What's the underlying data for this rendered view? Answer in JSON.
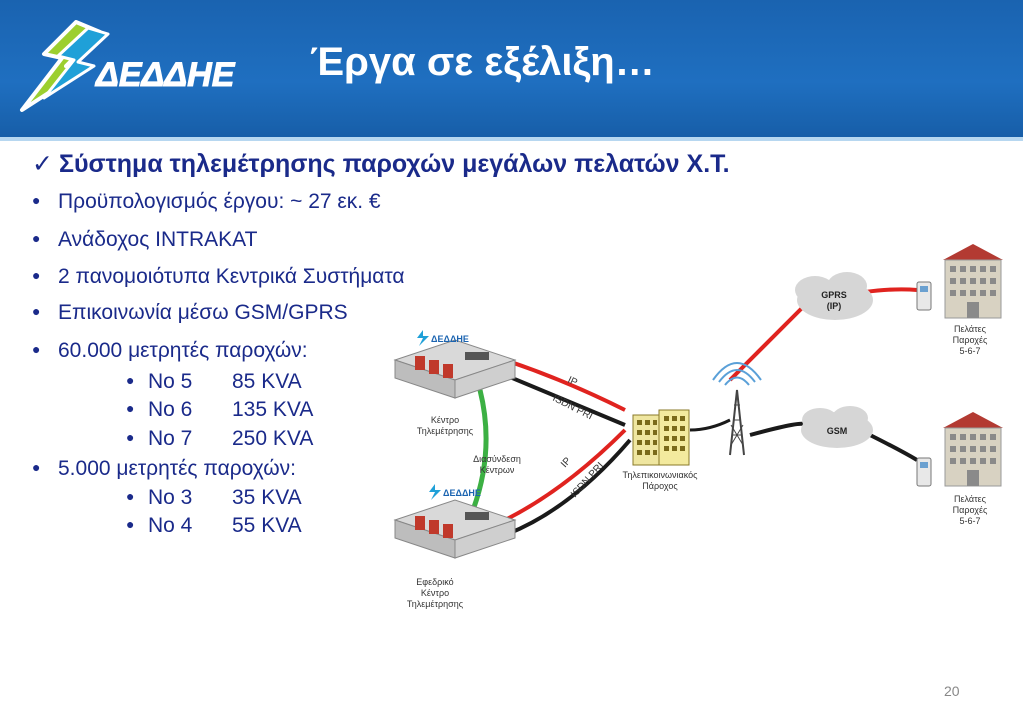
{
  "title": "Έργα σε εξέλιξη…",
  "logo_text": "ΔΕΔΔΗΕ",
  "heading": {
    "check": "✓",
    "text": "Σύστημα τηλεμέτρησης παροχών μεγάλων πελατών Χ.Τ."
  },
  "bullets": [
    "Προϋπολογισμός έργου: ~ 27  εκ. €",
    "Ανάδοχος INTRAKAT",
    "2 πανομοιότυπα Κεντρικά Συστήματα",
    "Επικοινωνία μέσω GSM/GPRS",
    "60.000 μετρητές παροχών:",
    "5.000 μετρητές παροχών:"
  ],
  "subbullets_a": [
    {
      "no": "Νο 5",
      "kva": "85 KVA"
    },
    {
      "no": "Νο 6",
      "kva": "135 KVA"
    },
    {
      "no": "Νο 7",
      "kva": "250 KVA"
    }
  ],
  "subbullets_b": [
    {
      "no": "Νο 3",
      "kva": "35 KVA"
    },
    {
      "no": "Νο 4",
      "kva": "55 KVA"
    }
  ],
  "diagram": {
    "center_label_1": "Κέντρο",
    "center_label_2": "Τηλεμέτρησης",
    "backup_label_1": "Εφεδρικό",
    "backup_label_2": "Κέντρο",
    "backup_label_3": "Τηλεμέτρησης",
    "link_label_1": "Διασύνδεση",
    "link_label_2": "Κέντρων",
    "ip_label": "IP",
    "isdn_label": "ISDN PRI",
    "provider_label_1": "Τηλεπικοινωνιακός",
    "provider_label_2": "Πάροχος",
    "gprs_label_1": "GPRS",
    "gprs_label_2": "(IP)",
    "gsm_label": "GSM",
    "customer_label_1": "Πελάτες",
    "customer_label_2": "Παροχές",
    "customer_label_3": "5-6-7",
    "mini_logo_text": "ΔΕΔΔΗΕ",
    "colors": {
      "ip_line": "#e0231f",
      "isdn_line": "#1a1a1a",
      "link_line": "#3cb043",
      "building": "#efe6a0"
    }
  },
  "page_number": "20"
}
